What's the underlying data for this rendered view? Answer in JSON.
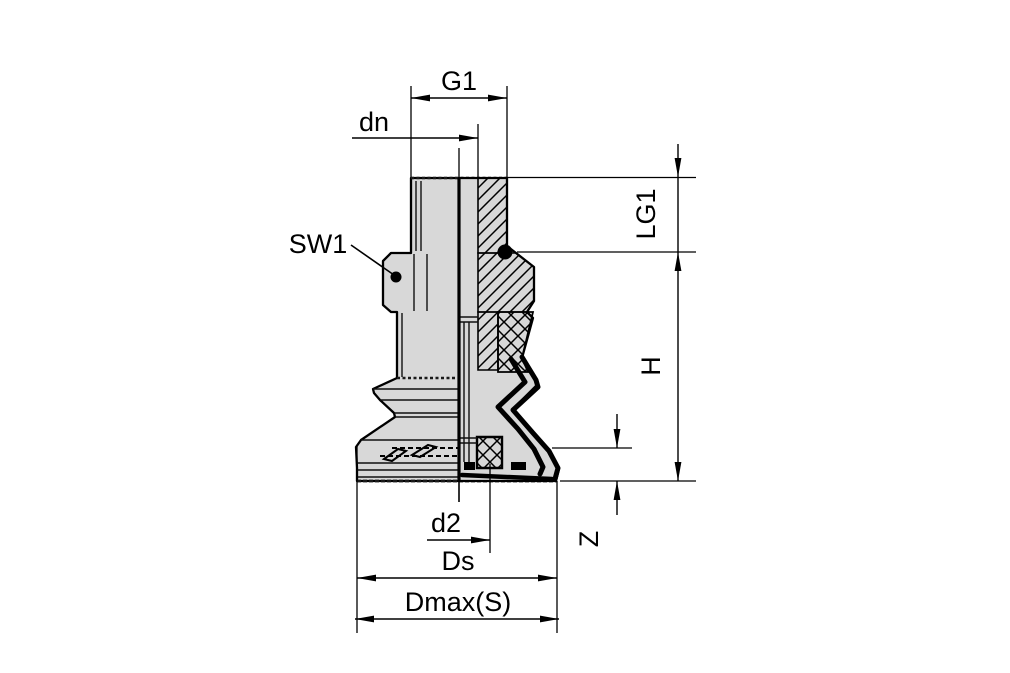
{
  "drawing": {
    "background": "#ffffff",
    "line_color": "#000000",
    "part_fill": "#d8d8d8",
    "labels": {
      "g1": "G1",
      "dn": "dn",
      "sw1": "SW1",
      "lg1": "LG1",
      "h": "H",
      "z": "Z",
      "d2": "d2",
      "ds": "Ds",
      "dmax": "Dmax(S)"
    }
  }
}
